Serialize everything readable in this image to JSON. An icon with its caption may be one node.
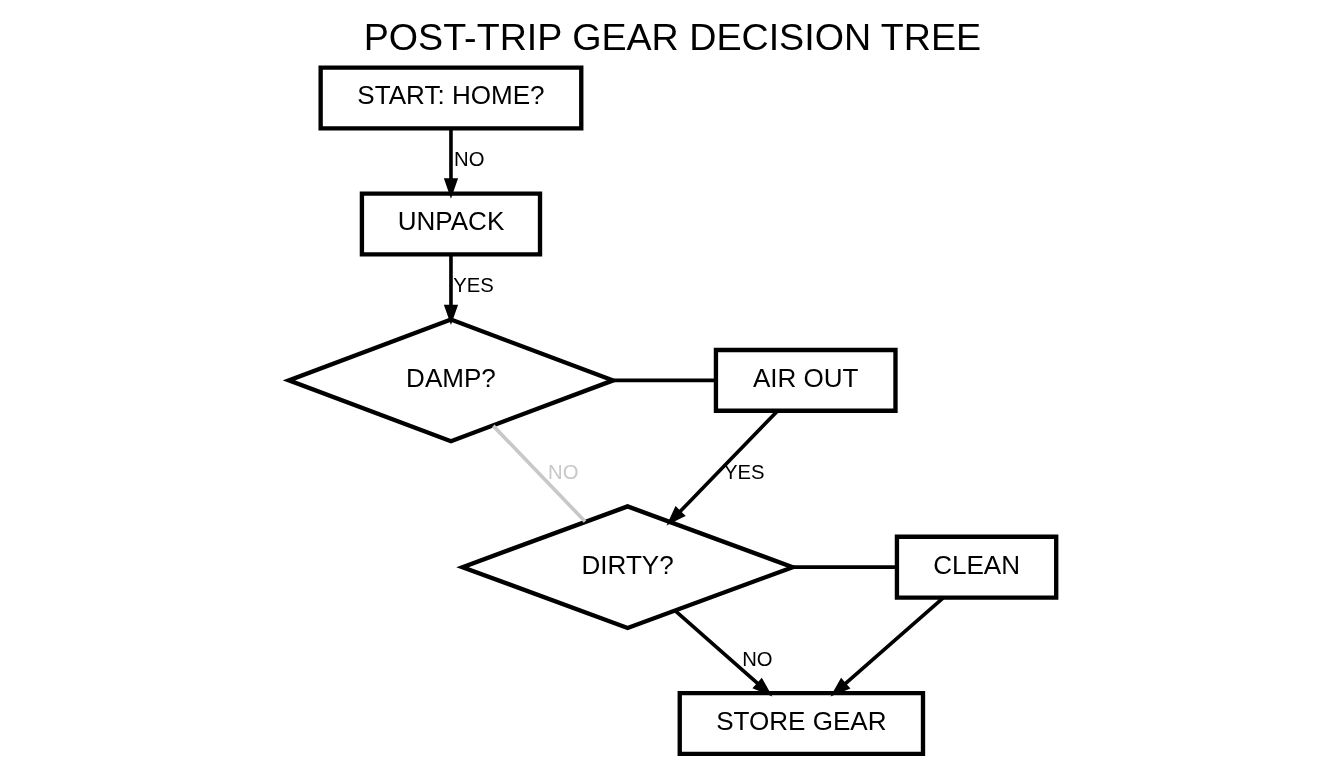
{
  "diagram": {
    "title": "POST-TRIP GEAR DECISION TREE",
    "nodes": [
      {
        "text": [
          "START: HOME?"
        ]
      },
      {
        "text": [
          "UNPACK"
        ]
      },
      {
        "text": [
          "DAMP?"
        ]
      },
      {
        "text": [
          "AIR OUT"
        ]
      },
      {
        "text": [
          "DIRTY?"
        ]
      },
      {
        "text": [
          "CLEAN"
        ]
      },
      {
        "text": [
          "STORE GEAR"
        ]
      }
    ],
    "edges": [
      {
        "from": 0,
        "to": 1,
        "arrow": "to",
        "label": "NO"
      },
      {
        "from": 1,
        "to": 2,
        "arrow": "to",
        "label": "YES"
      },
      {
        "from": 2,
        "to": 3,
        "arrow": "none"
      },
      {
        "from": 3,
        "to": 4,
        "arrow": "to",
        "label": "YES"
      },
      {
        "from": 2,
        "to": 4,
        "arrow": "none",
        "label": "NO",
        "color": "#c8c8c8"
      },
      {
        "from": 4,
        "to": 5,
        "arrow": "none"
      },
      {
        "from": 5,
        "to": 6,
        "arrow": "to"
      },
      {
        "from": 4,
        "to": 6,
        "arrow": "to",
        "label": "NO"
      }
    ]
  }
}
